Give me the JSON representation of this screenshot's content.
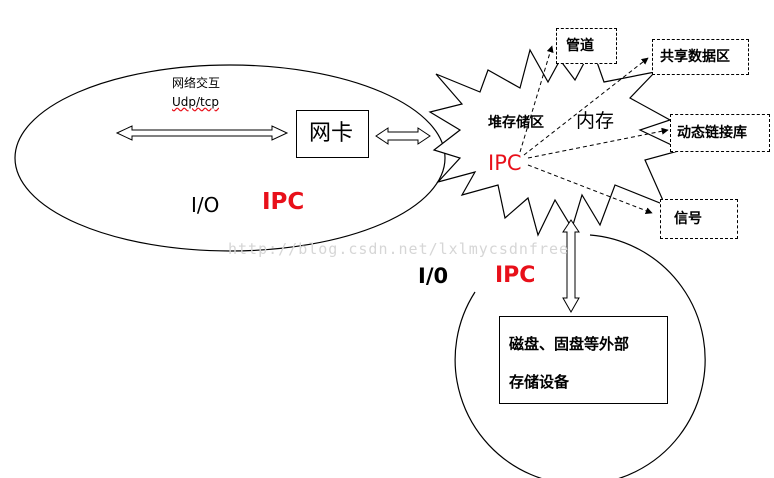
{
  "diagram": {
    "left_ellipse": {
      "network_label_line1": "网络交互",
      "network_label_line2": "Udp/tcp",
      "nic_label": "网卡",
      "io_label": "I/O",
      "ipc_label": "IPC"
    },
    "memory_burst": {
      "heap_label": "堆存储区",
      "memory_label": "内存",
      "ipc_label": "IPC"
    },
    "ipc_targets": {
      "pipe": "管道",
      "shared_memory": "共享数据区",
      "dynamic_library": "动态链接库",
      "signal": "信号"
    },
    "bottom_circle": {
      "io_label": "I/0",
      "ipc_label": "IPC",
      "storage_line1": "磁盘、固盘等外部",
      "storage_line2": "存储设备"
    },
    "watermark": "http://blog.csdn.net/lxlmycsdnfree",
    "colors": {
      "ipc_red": "#e8101a",
      "stroke": "#000000",
      "watermark": "#d6d6d6"
    }
  }
}
